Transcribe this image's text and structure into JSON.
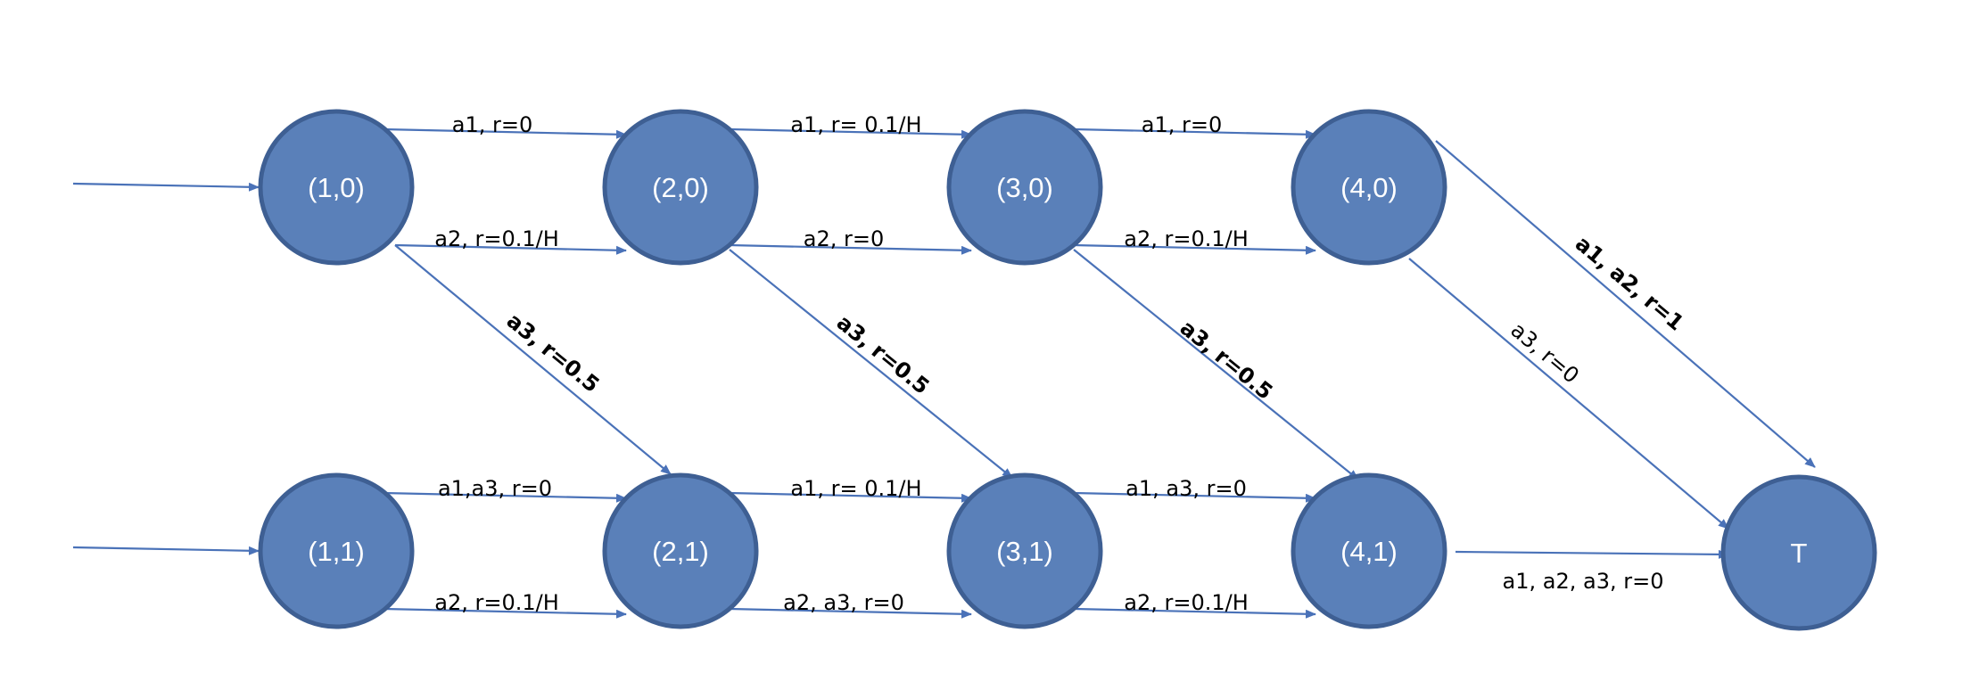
{
  "nodes": {
    "s10": "(1,0)",
    "s20": "(2,0)",
    "s30": "(3,0)",
    "s40": "(4,0)",
    "s11": "(1,1)",
    "s21": "(2,1)",
    "s31": "(3,1)",
    "s41": "(4,1)",
    "t": "T"
  },
  "edges": {
    "e10_20_a1": "a1, r=0",
    "e10_20_a2": "a2, r=0.1/H",
    "e10_21_a3": "a3, r=0.5",
    "e20_30_a1": "a1, r= 0.1/H",
    "e20_30_a2": "a2, r=0",
    "e20_31_a3": "a3, r=0.5",
    "e30_40_a1": "a1, r=0",
    "e30_40_a2": "a2, r=0.1/H",
    "e30_41_a3": "a3, r=0.5",
    "e40_t_a12": "a1, a2, r=1",
    "e40_t_a3": "a3, r=0",
    "e11_21_a13": "a1,a3, r=0",
    "e11_21_a2": "a2, r=0.1/H",
    "e21_31_a1": "a1, r= 0.1/H",
    "e21_31_a23": "a2, a3, r=0",
    "e31_41_a13": "a1, a3, r=0",
    "e31_41_a2": "a2, r=0.1/H",
    "e41_t_all": "a1, a2, a3, r=0"
  },
  "colors": {
    "node_fill": "#5a80b9",
    "node_border": "#3e5f93",
    "edge": "#4a72b8",
    "node_text": "#ffffff",
    "label_text": "#000000"
  }
}
